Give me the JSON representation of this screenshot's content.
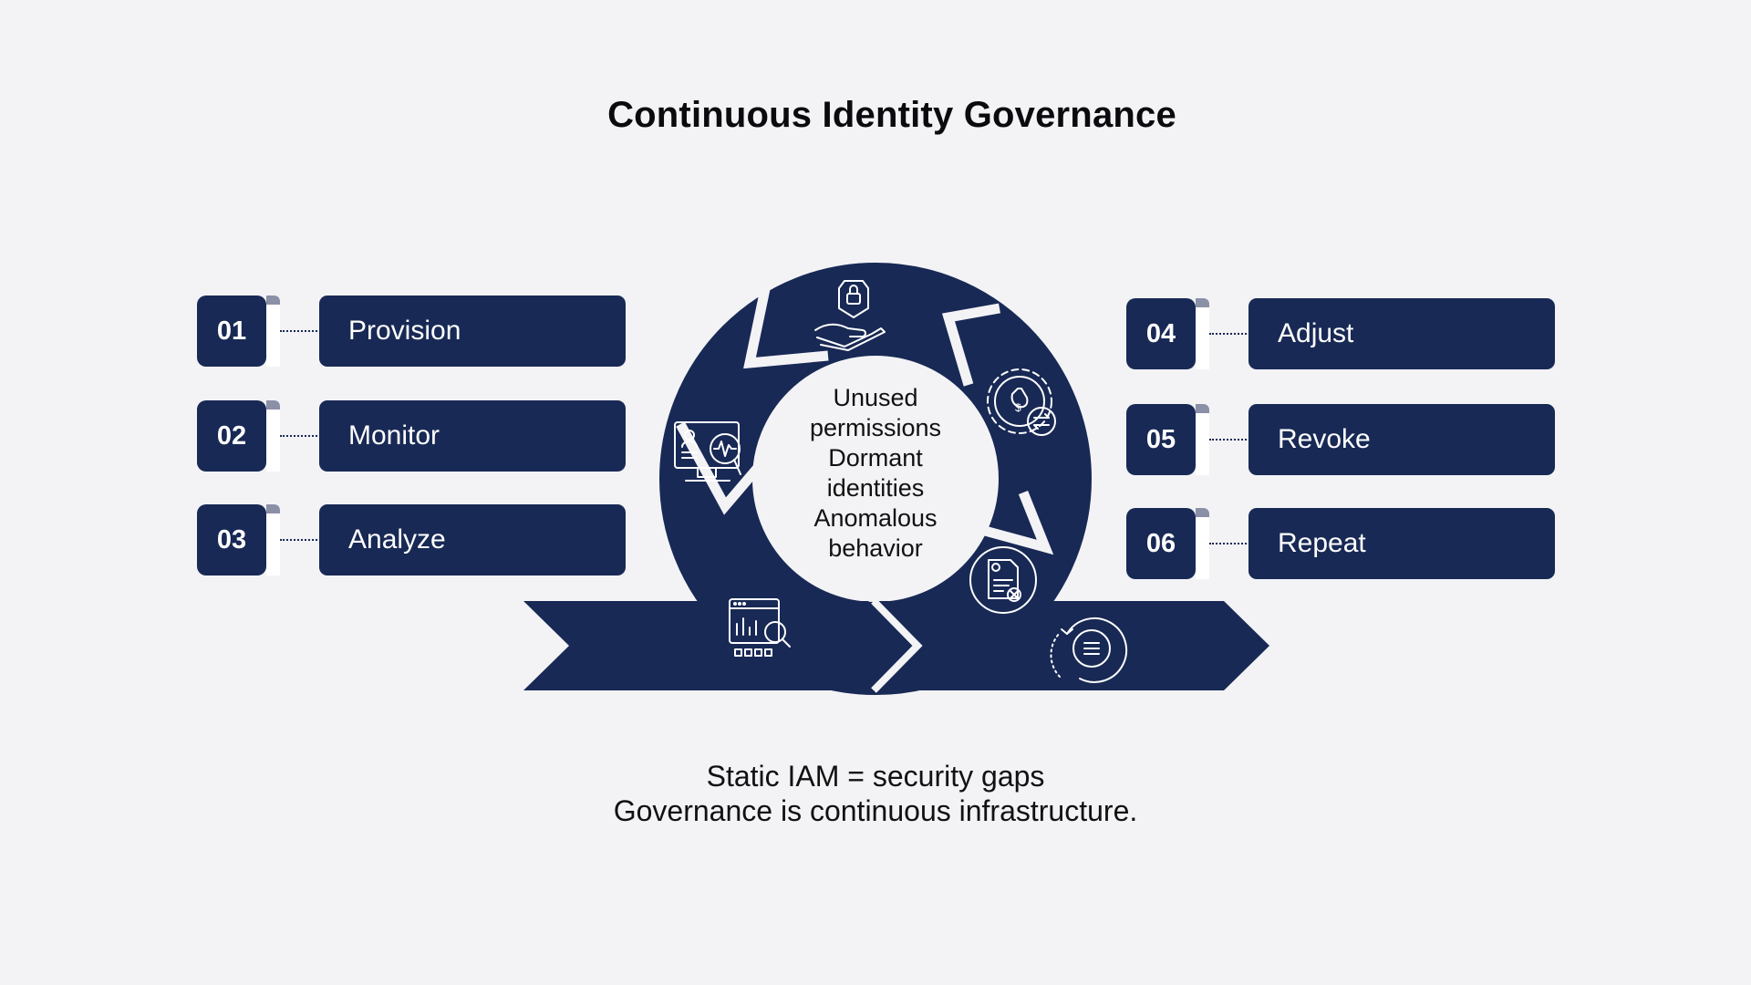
{
  "title": "Continuous Identity Governance",
  "steps_left": [
    {
      "number": "01",
      "label": "Provision"
    },
    {
      "number": "02",
      "label": "Monitor"
    },
    {
      "number": "03",
      "label": "Analyze"
    }
  ],
  "steps_right": [
    {
      "number": "04",
      "label": "Adjust"
    },
    {
      "number": "05",
      "label": "Revoke"
    },
    {
      "number": "06",
      "label": "Repeat"
    }
  ],
  "center_lines": [
    "Unused",
    "permissions",
    "Dormant",
    "identities",
    "Anomalous",
    "behavior"
  ],
  "footer": {
    "line1": "Static IAM = security gaps",
    "line2": "Governance is continuous infrastructure."
  },
  "colors": {
    "navy": "#182955",
    "background": "#f3f3f6"
  },
  "icons": [
    "shield-lock-hand-icon",
    "gear-money-exchange-icon",
    "monitor-analytics-icon",
    "invoice-cancel-icon",
    "dashboard-search-icon",
    "refresh-list-icon"
  ]
}
